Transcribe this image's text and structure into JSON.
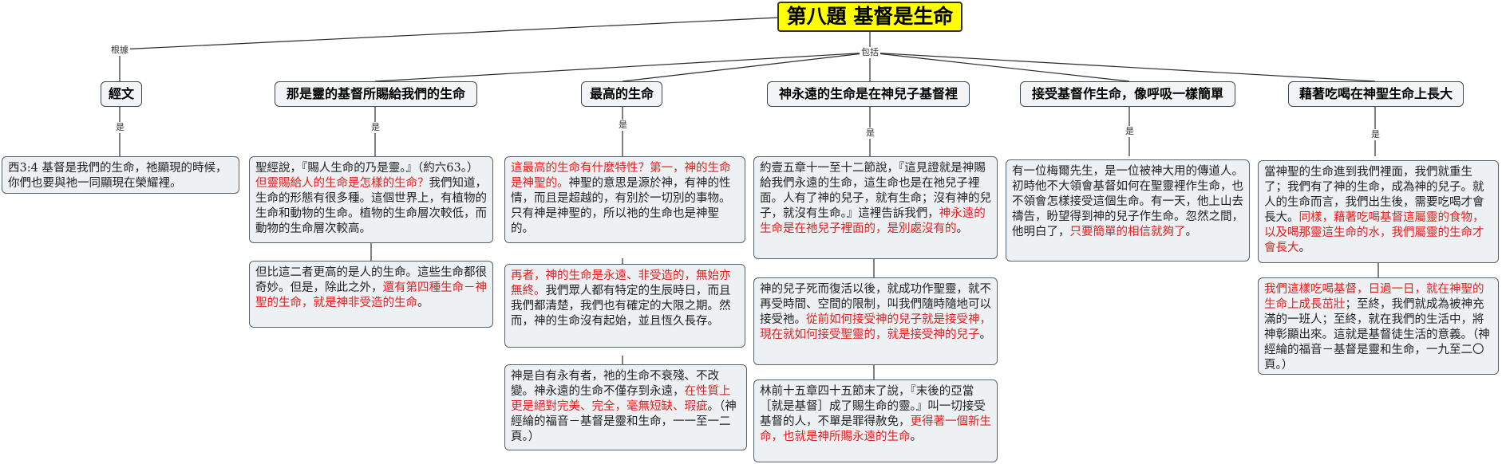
{
  "root": "第八題  基督是生命",
  "link_labels": {
    "according": "根據",
    "includes": "包括",
    "is": "是"
  },
  "topics": [
    {
      "title": "經文",
      "boxes": [
        [
          {
            "t": "西3:4  基督是我們的生命，祂顯現的時候，你們也要與祂一同顯現在榮耀裡。",
            "r": false
          }
        ]
      ]
    },
    {
      "title": "那是靈的基督所賜給我們的生命",
      "boxes": [
        [
          {
            "t": "聖經說，『賜人生命的乃是靈。』（約六63。）",
            "r": false
          },
          {
            "t": "但靈賜給人的生命是怎樣的生命？",
            "r": true
          },
          {
            "t": "我們知道，生命的形態有很多種。這個世界上，有植物的生命和動物的生命。植物的生命層次較低，而動物的生命層次較高。",
            "r": false
          }
        ],
        [
          {
            "t": "但比這二者更高的是人的生命。這些生命都很奇妙。但是，除此之外，",
            "r": false
          },
          {
            "t": "還有第四種生命－神聖的生命，就是神非受造的生命",
            "r": true
          },
          {
            "t": "。",
            "r": false
          }
        ]
      ]
    },
    {
      "title": "最高的生命",
      "boxes": [
        [
          {
            "t": "這最高的生命有什麼特性？第一，神的生命是神聖的。",
            "r": true
          },
          {
            "t": "神聖的意思是源於神，有神的性情，而且是超越的，有別於一切別的事物。只有神是神聖的，所以祂的生命也是神聖的。",
            "r": false
          }
        ],
        [
          {
            "t": "再者，神的生命是永遠、非受造的，無始亦無終。",
            "r": true
          },
          {
            "t": "我們眾人都有特定的生辰時日，而且我們都清楚，我們也有確定的大限之期。然而，神的生命沒有起始，並且恆久長存。",
            "r": false
          }
        ],
        [
          {
            "t": "神是自有永有者，祂的生命不衰殘、不改變。神永遠的生命不僅存到永遠，",
            "r": false
          },
          {
            "t": "在性質上更是絕對完美、完全，毫無短缺、瑕疵",
            "r": true
          },
          {
            "t": "。（神經綸的福音－基督是靈和生命，一一至一二頁。）",
            "r": false
          }
        ]
      ]
    },
    {
      "title": "神永遠的生命是在神兒子基督裡",
      "boxes": [
        [
          {
            "t": "約壹五章十一至十二節說，『這見證就是神賜給我們永遠的生命，這生命也是在祂兒子裡面。人有了神的兒子，就有生命；沒有神的兒子，就沒有生命。』這裡告訴我們，",
            "r": false
          },
          {
            "t": "神永遠的生命是在祂兒子裡面的，是別處沒有的",
            "r": true
          },
          {
            "t": "。",
            "r": false
          }
        ],
        [
          {
            "t": "神的兒子死而復活以後，就成功作聖靈，就不再受時間、空間的限制，叫我們隨時隨地可以接受祂。",
            "r": false
          },
          {
            "t": "從前如何接受神的兒子就是接受神，現在就如何接受聖靈的，就是接受神的兒子",
            "r": true
          },
          {
            "t": "。",
            "r": false
          }
        ],
        [
          {
            "t": "林前十五章四十五節末了說，『末後的亞當［就是基督］成了賜生命的靈。』叫一切接受基督的人，不單是罪得赦免，",
            "r": false
          },
          {
            "t": "更得著一個新生命，也就是神所賜永遠的生命",
            "r": true
          },
          {
            "t": "。",
            "r": false
          }
        ]
      ]
    },
    {
      "title": "接受基督作生命，像呼吸一樣簡單",
      "boxes": [
        [
          {
            "t": "有一位梅爾先生，是一位被神大用的傳道人。初時他不大領會基督如何在聖靈裡作生命，也不領會怎樣接受這個生命。有一天，他上山去禱告，盼望得到神的兒子作生命。忽然之間，他明白了，",
            "r": false
          },
          {
            "t": "只要簡單的相信就夠了",
            "r": true
          },
          {
            "t": "。",
            "r": false
          }
        ]
      ]
    },
    {
      "title": "藉著吃喝在神聖生命上長大",
      "boxes": [
        [
          {
            "t": "當神聖的生命進到我們裡面，我們就重生了；我們有了神的生命，成為神的兒子。就人的生命而言，我們出生後，需要吃喝才會長大。",
            "r": false
          },
          {
            "t": "同樣，藉著吃喝基督這屬靈的食物，以及喝那靈這生命的水，我們屬靈的生命才會長大",
            "r": true
          },
          {
            "t": "。",
            "r": false
          }
        ],
        [
          {
            "t": "我們這樣吃喝基督，日過一日，就在神聖的生命上成長茁壯",
            "r": true
          },
          {
            "t": "；至終，我們就成為被神充滿的一班人；至終，就在我們的生活中，將神彰顯出來。這就是基督徒生活的意義。（神經綸的福音－基督是靈和生命，一九至二〇頁。）",
            "r": false
          }
        ]
      ]
    }
  ]
}
